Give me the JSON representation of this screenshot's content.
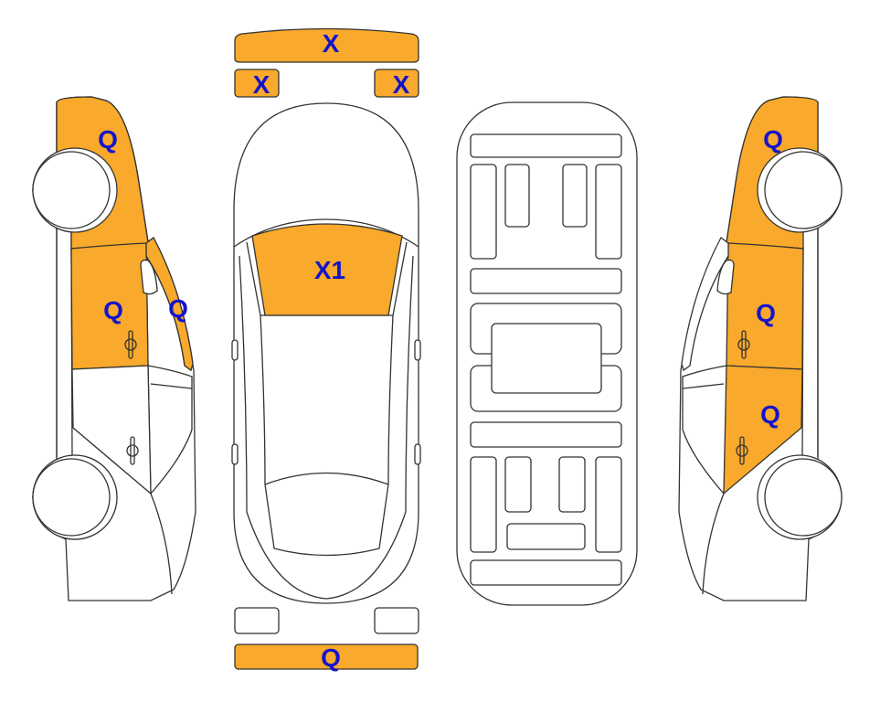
{
  "colors": {
    "damage_fill": "#F9A92B",
    "label_color": "#1414CC",
    "outline": "#333333"
  },
  "left_side": {
    "hood_label": "Q",
    "front_door_label": "Q",
    "a_pillar_label": "Q"
  },
  "top_view": {
    "front_bumper_label": "X",
    "front_left_corner_label": "X",
    "front_right_corner_label": "X",
    "windshield_label": "X1",
    "rear_bumper_label": "Q"
  },
  "right_side": {
    "hood_label": "Q",
    "front_door_label": "Q",
    "rear_door_label": "Q"
  }
}
